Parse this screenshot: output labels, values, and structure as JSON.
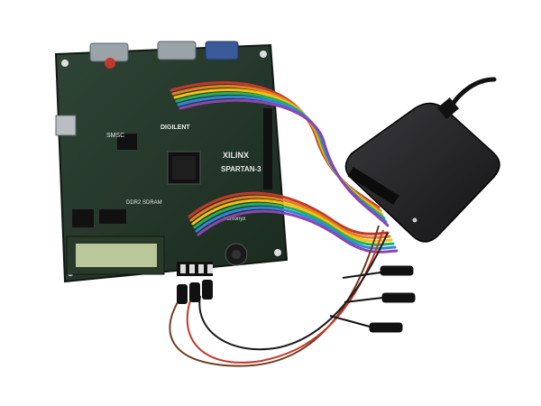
{
  "board": {
    "brand_digilent": "DIGILENT",
    "brand_xilinx": "XILINX",
    "chip_family": "SPARTAN-3",
    "memory_label": "DDR2 SDRAM",
    "smsc_label": "SMSC",
    "flash_brand": "numonyx"
  },
  "colors": {
    "pcb": "#25382c",
    "pcb_dark": "#172219",
    "analyzer": "#1d1d1f",
    "wire_red": "#c0392b",
    "wire_orange": "#e67e22",
    "wire_yellow": "#f1c40f",
    "wire_green": "#27ae60",
    "wire_blue": "#2e86de",
    "wire_purple": "#8e44ad",
    "wire_brown": "#6d3b1f",
    "lcd": "#b9c79a"
  }
}
